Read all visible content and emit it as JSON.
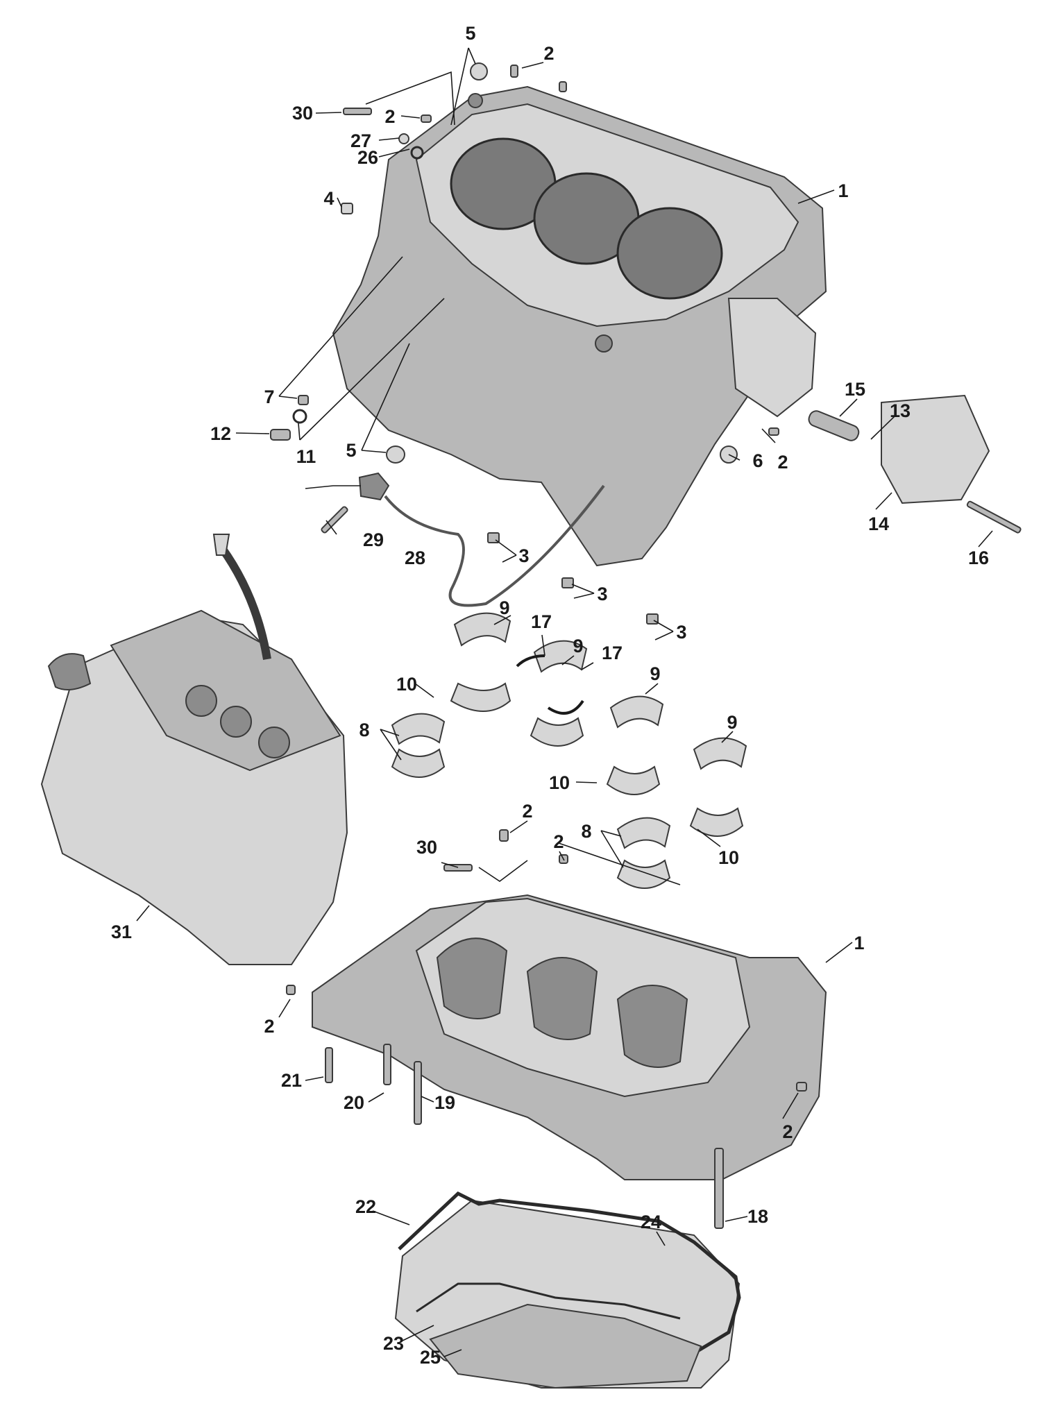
{
  "callouts": [
    {
      "label": "1"
    },
    {
      "label": "1"
    },
    {
      "label": "2"
    },
    {
      "label": "2"
    },
    {
      "label": "2"
    },
    {
      "label": "2"
    },
    {
      "label": "2"
    },
    {
      "label": "2"
    },
    {
      "label": "2"
    },
    {
      "label": "3"
    },
    {
      "label": "3"
    },
    {
      "label": "3"
    },
    {
      "label": "4"
    },
    {
      "label": "5"
    },
    {
      "label": "5"
    },
    {
      "label": "6"
    },
    {
      "label": "7"
    },
    {
      "label": "8"
    },
    {
      "label": "8"
    },
    {
      "label": "9"
    },
    {
      "label": "9"
    },
    {
      "label": "9"
    },
    {
      "label": "9"
    },
    {
      "label": "10"
    },
    {
      "label": "10"
    },
    {
      "label": "10"
    },
    {
      "label": "11"
    },
    {
      "label": "12"
    },
    {
      "label": "13"
    },
    {
      "label": "14"
    },
    {
      "label": "15"
    },
    {
      "label": "16"
    },
    {
      "label": "17"
    },
    {
      "label": "17"
    },
    {
      "label": "18"
    },
    {
      "label": "19"
    },
    {
      "label": "20"
    },
    {
      "label": "21"
    },
    {
      "label": "22"
    },
    {
      "label": "23"
    },
    {
      "label": "24"
    },
    {
      "label": "25"
    },
    {
      "label": "26"
    },
    {
      "label": "27"
    },
    {
      "label": "28"
    },
    {
      "label": "29"
    },
    {
      "label": "30"
    },
    {
      "label": "30"
    },
    {
      "label": "31"
    }
  ]
}
